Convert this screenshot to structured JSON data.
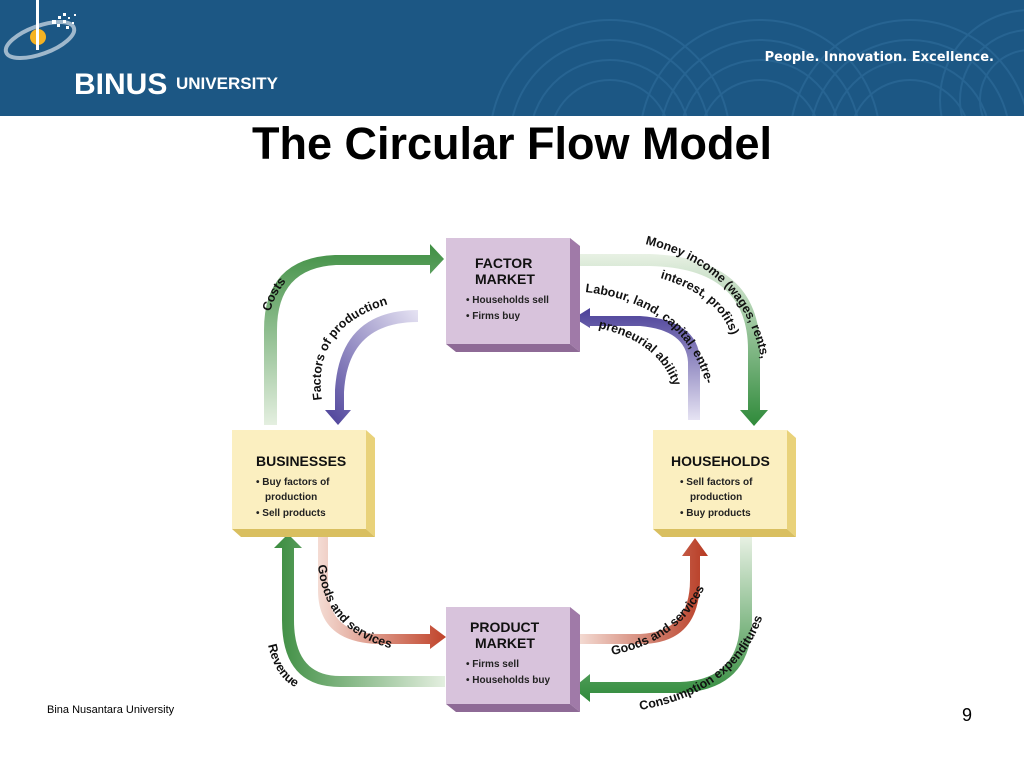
{
  "header": {
    "logo_word": "BINUS",
    "logo_suffix": "UNIVERSITY",
    "tagline": "People. Innovation. Excellence."
  },
  "title": "The Circular Flow Model",
  "diagram": {
    "factor_market": {
      "title_line1": "FACTOR",
      "title_line2": "MARKET",
      "items": [
        "• Households sell",
        "• Firms buy"
      ]
    },
    "product_market": {
      "title_line1": "PRODUCT",
      "title_line2": "MARKET",
      "items": [
        "• Firms sell",
        "• Households buy"
      ]
    },
    "businesses": {
      "title": "BUSINESSES",
      "items": [
        "• Buy factors of",
        "production",
        "• Sell products"
      ]
    },
    "households": {
      "title": "HOUSEHOLDS",
      "items": [
        "• Sell factors of",
        "production",
        "• Buy products"
      ]
    },
    "flows": {
      "costs": "Costs",
      "factors_of_production": "Factors of production",
      "money_income_1": "Money income (wages, rents,",
      "money_income_2": "interest, profits)",
      "labour_1": "Labour, land, capital, entre-",
      "labour_2": "preneurial ability",
      "goods_left": "Goods and services",
      "goods_right": "Goods and services",
      "revenue": "Revenue",
      "consumption": "Consumption expenditures"
    },
    "colors": {
      "market_box": "#d8c3dc",
      "market_box_side": "#a07aa8",
      "agent_box": "#fbefc0",
      "agent_box_side": "#e9d27a",
      "money_arrow": "#3a8a3e",
      "real_arrow_purple": "#5a4ea0",
      "real_arrow_red": "#c0432a"
    }
  },
  "footer": {
    "left": "Bina Nusantara University",
    "page": "9"
  }
}
